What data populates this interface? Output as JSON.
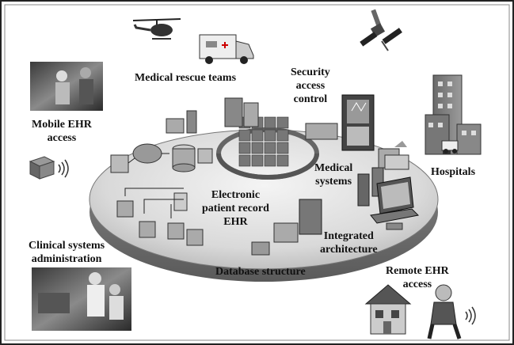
{
  "labels": {
    "medical_rescue_teams": "Medical rescue teams",
    "security_access_control": [
      "Security",
      "access",
      "control"
    ],
    "mobile_ehr_access": [
      "Mobile EHR",
      "access"
    ],
    "hospitals": "Hospitals",
    "medical_systems": [
      "Medical",
      "systems"
    ],
    "electronic_patient_record": [
      "Electronic",
      "patient record",
      "EHR"
    ],
    "integrated_architecture": [
      "Integrated",
      "architecture"
    ],
    "clinical_systems_administration": [
      "Clinical systems",
      "administration"
    ],
    "database_structure": "Database structure",
    "remote_ehr_access": [
      "Remote EHR",
      "access"
    ]
  },
  "icons": [
    "helicopter-icon",
    "ambulance-icon",
    "satellite-icon",
    "doctors-photo-icon",
    "wireless-device-icon",
    "hospital-building-icon",
    "lab-photo-icon",
    "house-icon",
    "remote-user-icon",
    "ehr-cube-icon",
    "server-icon",
    "monitor-icon",
    "laptop-icon",
    "phone-icon",
    "xray-panel-icon",
    "database-icon",
    "network-node-icon"
  ],
  "colors": {
    "disc_light": "#e6e6e6",
    "disc_dark": "#9a9a9a",
    "ink": "#111111",
    "frame": "#222222"
  }
}
